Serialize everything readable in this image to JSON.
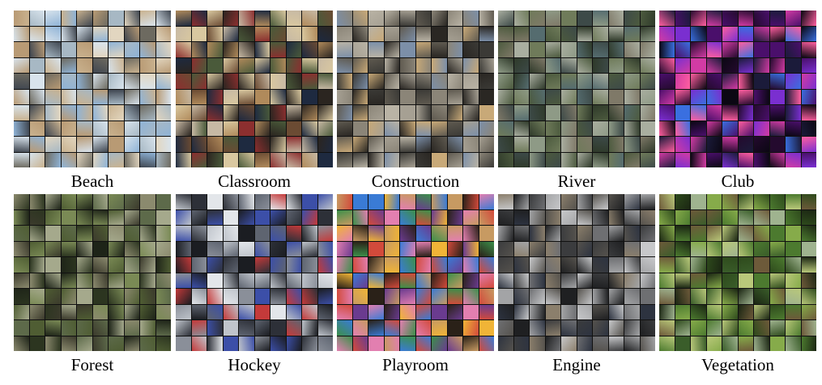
{
  "figure": {
    "panels": [
      {
        "label": "Beach",
        "palette": [
          "#c9b28f",
          "#8fb3d6",
          "#e2d6c0",
          "#6d6a60",
          "#b89a74",
          "#d8e3ec",
          "#3f4650",
          "#a7b8c4"
        ]
      },
      {
        "label": "Classroom",
        "palette": [
          "#6b4b33",
          "#2b2520",
          "#b08a5b",
          "#d9c8a0",
          "#4a5a3a",
          "#8c2f2f",
          "#c7b9a4",
          "#1e2a40"
        ]
      },
      {
        "label": "Construction",
        "palette": [
          "#8b8578",
          "#5f5a50",
          "#b9b3a5",
          "#3b3a36",
          "#c8a978",
          "#7c8fa8",
          "#2a2723",
          "#a6a093"
        ]
      },
      {
        "label": "River",
        "palette": [
          "#6f7b5a",
          "#4c5a3e",
          "#8e9a86",
          "#2f3a2a",
          "#a9aea0",
          "#556c6f",
          "#7f7968",
          "#3d4a48"
        ]
      },
      {
        "label": "Club",
        "palette": [
          "#0b0713",
          "#4a0f6b",
          "#d23ba4",
          "#1b1b3a",
          "#7a2fd0",
          "#ff5fa0",
          "#240a2e",
          "#3a6fe0"
        ]
      },
      {
        "label": "Forest",
        "palette": [
          "#4f5d33",
          "#2c3520",
          "#7a8a55",
          "#8b8a6e",
          "#1e2418",
          "#a5a98c",
          "#5d6a4a",
          "#3b3a2c"
        ]
      },
      {
        "label": "Hockey",
        "palette": [
          "#bfc4cb",
          "#5e6470",
          "#2d3038",
          "#e3e6ea",
          "#8a8f99",
          "#3c4fa8",
          "#c43a3a",
          "#1b1d22"
        ]
      },
      {
        "label": "Playroom",
        "palette": [
          "#d24a3b",
          "#f0b437",
          "#3a7bd5",
          "#6a3b8f",
          "#e27fb0",
          "#3c8f4a",
          "#2a2118",
          "#c79a62"
        ]
      },
      {
        "label": "Engine",
        "palette": [
          "#3b3c3e",
          "#6e6f72",
          "#a3a4a6",
          "#1f2022",
          "#55524d",
          "#8b7f6c",
          "#c7c8ca",
          "#2d3340"
        ]
      },
      {
        "label": "Vegetation",
        "palette": [
          "#4c7a2f",
          "#2e4a1c",
          "#86ab4a",
          "#1b2613",
          "#b9c87a",
          "#6d5a3a",
          "#3a5d2a",
          "#9fb38f"
        ]
      }
    ]
  }
}
